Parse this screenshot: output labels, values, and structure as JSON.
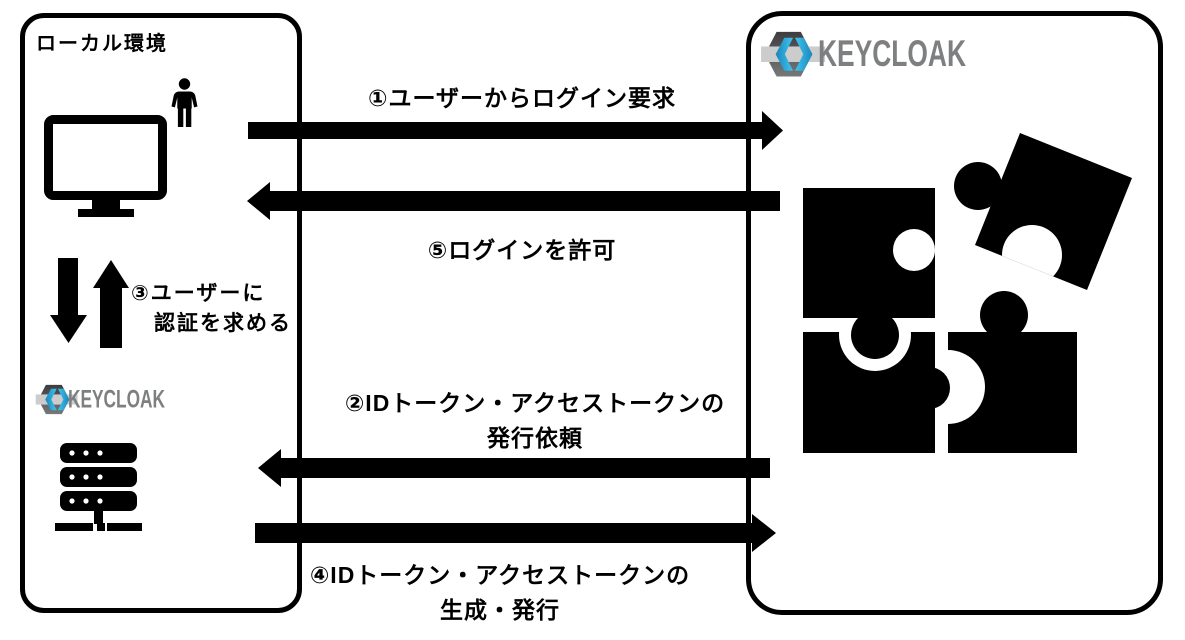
{
  "canvas": {
    "background": "#ffffff",
    "ink": "#000000"
  },
  "left_box": {
    "title": "ローカル環境",
    "wordmark": "KEYCLOAK",
    "step3_line1": "③ユーザーに",
    "step3_line2": "認証を求める"
  },
  "right_box": {
    "wordmark": "KEYCLOAK"
  },
  "flows": {
    "step1": {
      "label": "①ユーザーからログイン要求",
      "direction": "right"
    },
    "step5": {
      "label": "⑤ログインを許可",
      "direction": "left"
    },
    "step2": {
      "line1": "②IDトークン・アクセストークンの",
      "line2": "発行依頼",
      "direction": "left"
    },
    "step4": {
      "line1": "④IDトークン・アクセストークンの",
      "line2": "生成・発行",
      "direction": "right"
    }
  },
  "colors": {
    "ink": "#000000",
    "keycloak_cyan": "#35bde8",
    "keycloak_cyan_dark": "#1a86bc",
    "keycloak_text_gray": "#7d7f81",
    "hexagon_top": "#3d3d3f",
    "hexagon_bottom": "#77787a",
    "band_gray": "#cccccd"
  },
  "icons": {
    "monitor": "monitor-icon",
    "user": "user-icon",
    "sync": "sync-arrows-icon",
    "keycloak_hexagon": "keycloak-hexagon-icon",
    "server": "server-icon",
    "puzzle": "puzzle-pieces-icon",
    "flow_arrow": "flow-arrow-icon"
  }
}
